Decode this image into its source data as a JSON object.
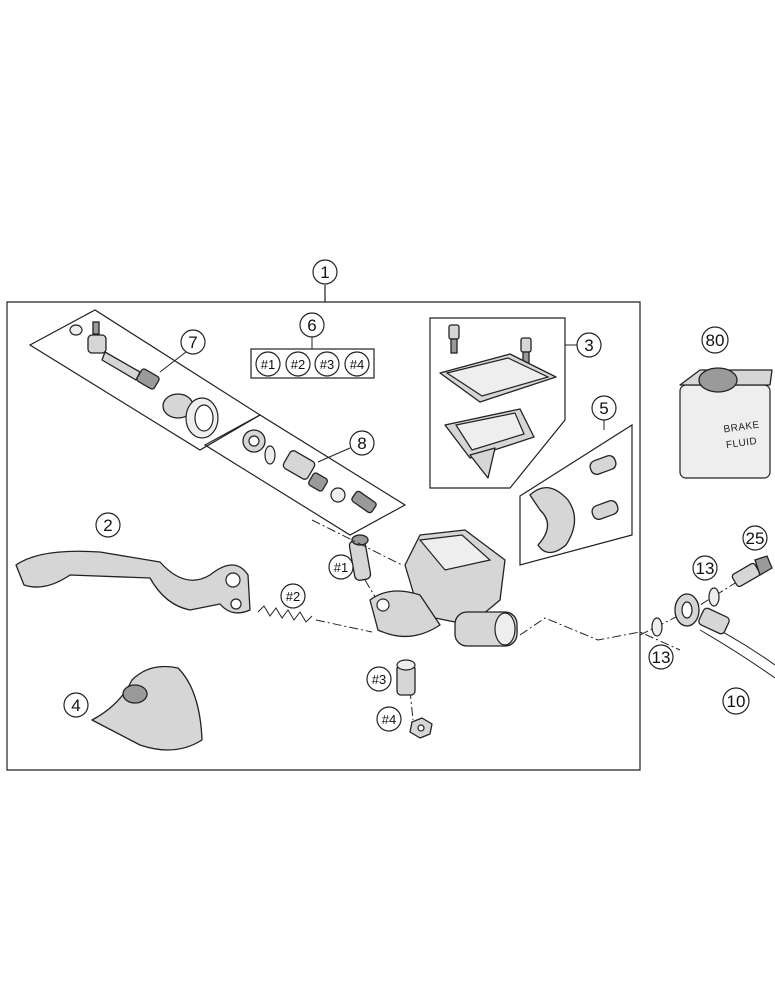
{
  "callouts": {
    "c1": "1",
    "c2": "2",
    "c3": "3",
    "c4": "4",
    "c5": "5",
    "c6": "6",
    "c7": "7",
    "c8": "8",
    "c10": "10",
    "c13a": "13",
    "c13b": "13",
    "c25": "25",
    "c80": "80",
    "s1": "#1",
    "s2": "#2",
    "s3": "#3",
    "s4": "#4",
    "k1": "#1",
    "k2": "#2",
    "k3": "#3",
    "k4": "#4"
  },
  "fluid_label": {
    "line1": "BRAKE",
    "line2": "FLUID"
  },
  "colors": {
    "line": "#222222",
    "part_fill": "#d6d6d6",
    "part_dark": "#9a9a9a",
    "background": "#ffffff"
  }
}
